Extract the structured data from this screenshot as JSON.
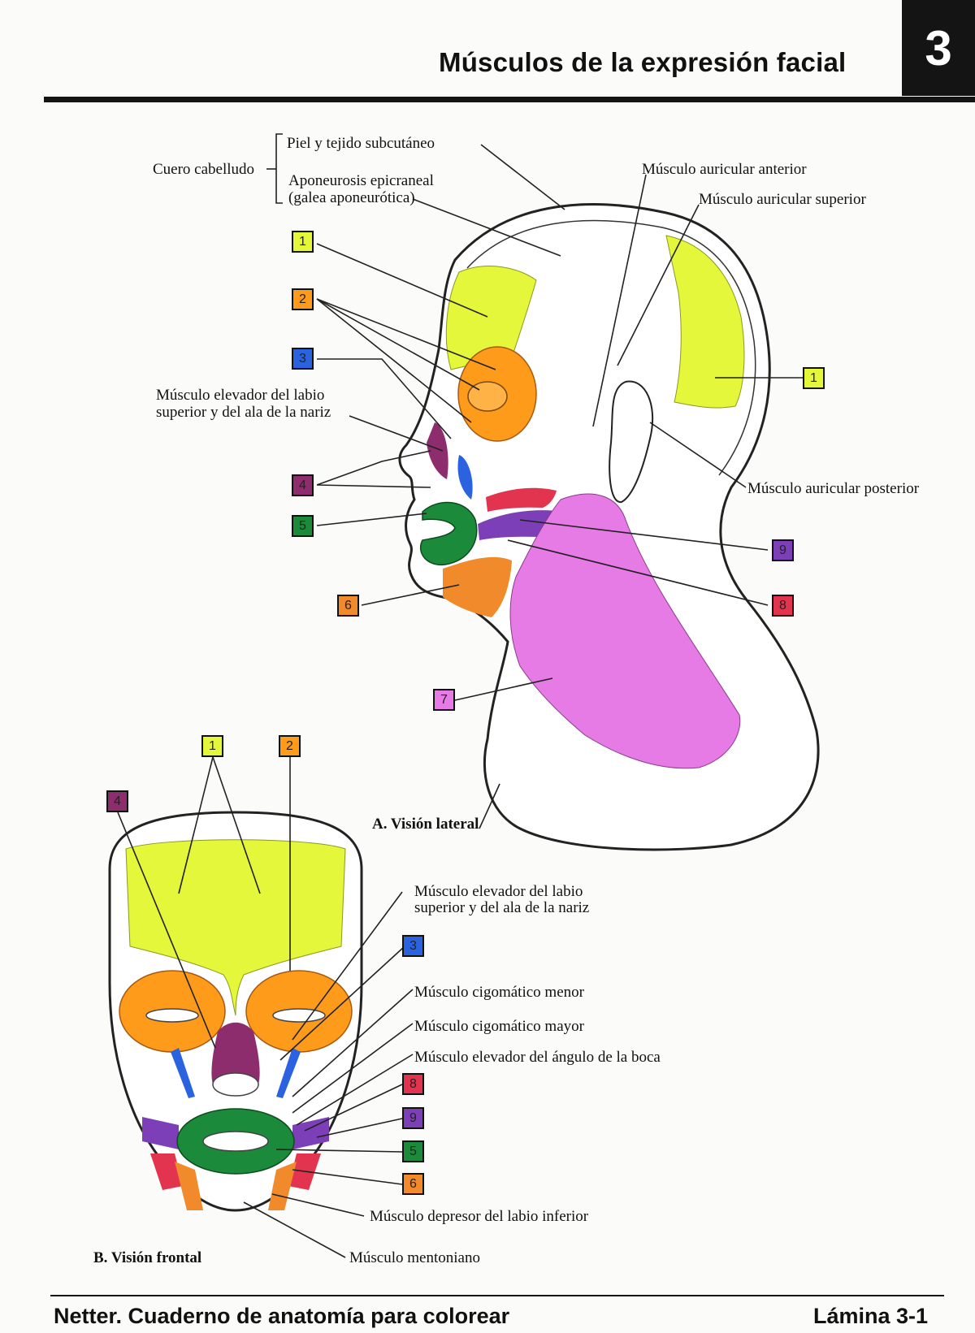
{
  "header": {
    "title": "Músculos de la expresión facial",
    "chapter": "3"
  },
  "footer": {
    "book": "Netter. Cuaderno de anatomía para colorear",
    "plate": "Lámina 3-1"
  },
  "colors": {
    "1": "#e4f73a",
    "2": "#ff9b1a",
    "3": "#2b62e0",
    "4": "#8e2d6e",
    "5": "#1b8a3a",
    "6": "#f08a2a",
    "7": "#e67be6",
    "8": "#e2334f",
    "9": "#7d3fb8"
  },
  "lateral": {
    "caption": "A. Visión lateral",
    "scalp_label": "Cuero cabelludo",
    "skin": "Piel y tejido subcutáneo",
    "aponeurosis_1": "Aponeurosis epicraneal",
    "aponeurosis_2": "(galea aponeurótica)",
    "auricular_anterior": "Músculo auricular anterior",
    "auricular_superior": "Músculo auricular superior",
    "auricular_posterior": "Músculo auricular posterior",
    "levator_1": "Músculo elevador del labio",
    "levator_2": "superior y del ala de la nariz",
    "numbers": [
      "1",
      "2",
      "3",
      "4",
      "5",
      "6",
      "7",
      "8",
      "9",
      "1"
    ]
  },
  "frontal": {
    "caption": "B. Visión frontal",
    "levator_1": "Músculo elevador del labio",
    "levator_2": "superior y del ala de la nariz",
    "zygomatic_minor": "Músculo cigomático menor",
    "zygomatic_major": "Músculo cigomático mayor",
    "levator_anguli": "Músculo elevador del ángulo de la boca",
    "depressor_labii": "Músculo depresor del labio inferior",
    "mentalis": "Músculo mentoniano",
    "numbers": [
      "1",
      "2",
      "4",
      "3",
      "8",
      "9",
      "5",
      "6"
    ]
  }
}
